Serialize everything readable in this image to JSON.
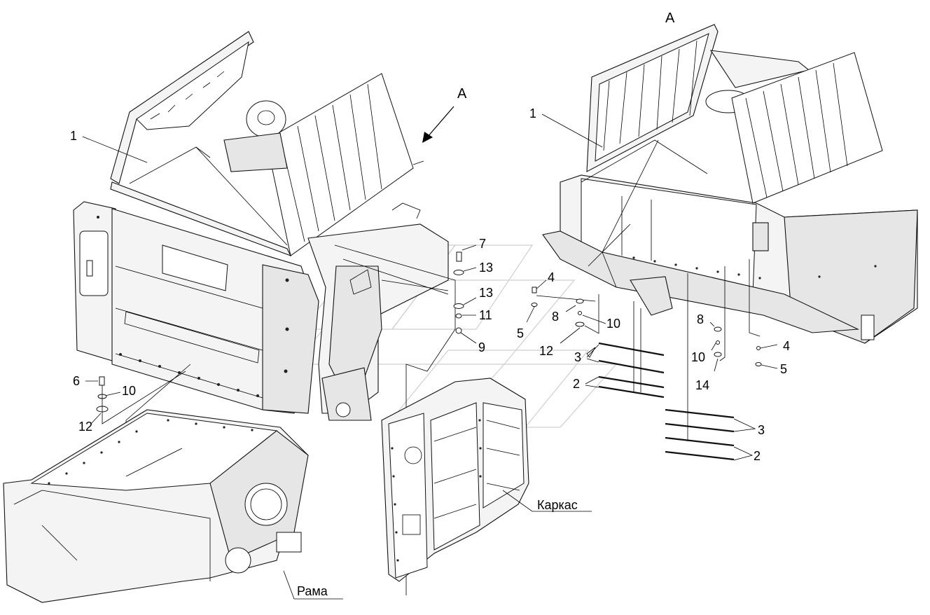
{
  "view_marker": "A",
  "arrow_label": "A",
  "callouts": {
    "left_1": "1",
    "left_6": "6",
    "left_10": "10",
    "left_12": "12",
    "mid_7": "7",
    "mid_13a": "13",
    "mid_13b": "13",
    "mid_11": "11",
    "mid_9": "9",
    "mid_4": "4",
    "mid_5": "5",
    "mid_8": "8",
    "mid_10": "10",
    "mid_12": "12",
    "mid_3": "3",
    "mid_2": "2",
    "right_1": "1",
    "right_8": "8",
    "right_10": "10",
    "right_14": "14",
    "right_4": "4",
    "right_5": "5",
    "right_3": "3",
    "right_2": "2"
  },
  "assembly_labels": {
    "frame": "Рама",
    "carcass": "Каркас"
  }
}
